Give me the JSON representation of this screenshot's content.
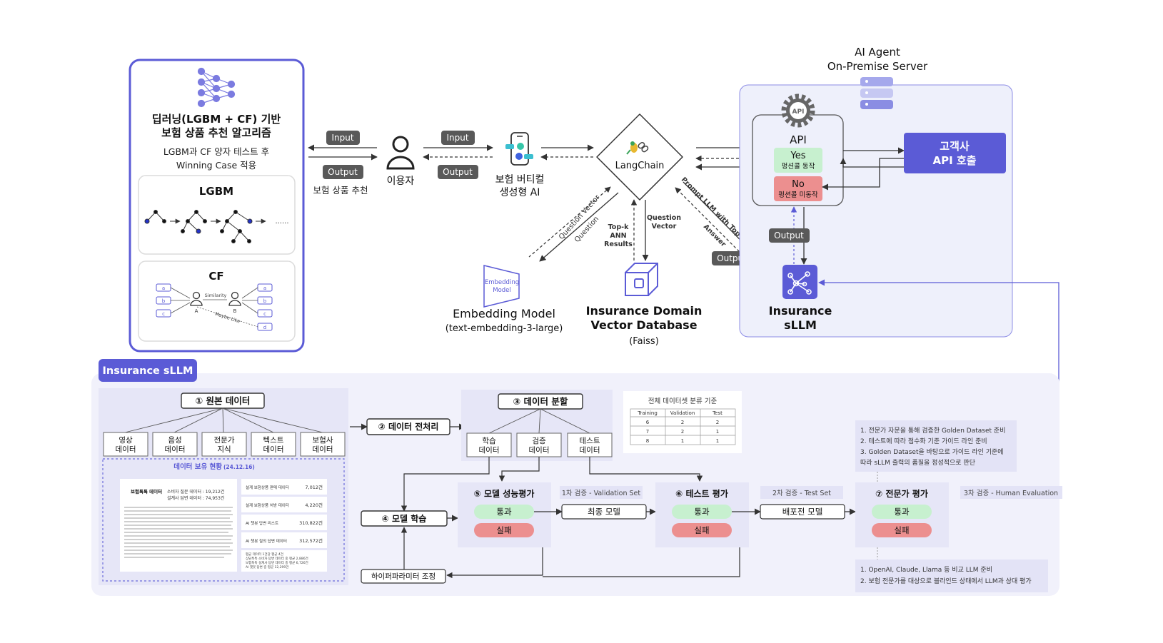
{
  "colors": {
    "accent": "#5b5bd6",
    "panel_bg": "#f1f1fb",
    "agent_bg": "#eef0fb",
    "pass": "#c7f0cf",
    "fail": "#ec8f8f",
    "dark_tag": "#595959",
    "note_bg": "#e3e3f6"
  },
  "algo": {
    "title1": "딥러닝(LGBM + CF) 기반",
    "title2": "보험 상품 추천 알고리즘",
    "sub1": "LGBM과 CF 양자 테스트 후",
    "sub2": "Winning Case 적용",
    "lgbm": "LGBM",
    "dots": "......",
    "cf": "CF",
    "cf_left": [
      "a",
      "b",
      "c"
    ],
    "cf_right": [
      "a",
      "b",
      "c",
      "d"
    ],
    "user_a": "A",
    "user_b": "B",
    "similarity": "Similarity",
    "maybe_like": "Maybe Like"
  },
  "flow": {
    "input": "Input",
    "output": "Output",
    "recommend": "보험 상품 추천",
    "user": "이용자",
    "genai1": "보험 버티컬",
    "genai2": "생성형 AI",
    "langchain": "LangChain",
    "question_vector": "Question Vector",
    "question": "Question",
    "topk1": "Top-k",
    "topk2": "ANN",
    "topk3": "Results",
    "qv1": "Question",
    "qv2": "Vector",
    "prompt": "Prompt LLM with Top-k Vectors",
    "answer": "Answer",
    "embed_icon1": "Embedding",
    "embed_icon2": "Model",
    "embed_name": "Embedding Model",
    "embed_sub": "(text-embedding-3-large)",
    "vdb1": "Insurance Domain",
    "vdb2": "Vector Database",
    "vdb_sub": "(Faiss)"
  },
  "agent": {
    "title1": "AI Agent",
    "title2": "On-Premise Server",
    "api": "API",
    "api_icon": "API",
    "yes": "Yes",
    "yes_sub": "펑션콜 동작",
    "no": "No",
    "no_sub": "펑션콜 미동작",
    "customer1": "고객사",
    "customer2": "API 호출",
    "sllm1": "Insurance",
    "sllm2": "sLLM"
  },
  "pipeline": {
    "tab": "Insurance sLLM",
    "raw": "① 원본 데이터",
    "sources": [
      [
        "영상",
        "데이터"
      ],
      [
        "음성",
        "데이터"
      ],
      [
        "전문가",
        "지식"
      ],
      [
        "텍스트",
        "데이터"
      ],
      [
        "보험사",
        "데이터"
      ]
    ],
    "holding": "데이터 보유 현황",
    "holding_date": "(24.12.16)",
    "doc_title": "보험톡톡 데이터",
    "doc_l1": "소비자 질문 데이터 : 19,212건",
    "doc_l2": "설계사 답변 데이터 : 74,953건",
    "stats": [
      {
        "label": "설계 보험상품 판매 데이터",
        "value": "7,012건"
      },
      {
        "label": "설계 보험상품 처방 데이터",
        "value": "4,220건"
      },
      {
        "label": "AI 챗봇 답변 리스트",
        "value": "310,822건"
      },
      {
        "label": "AI 챗봇 질의 답변 데이터",
        "value": "312,572건"
      }
    ],
    "notes": [
      "평균 데이터 1건당 평균 4건",
      "상담톡톡 소비자 답변 데이터 중 평균 2,886건",
      "보험톡톡 설계사 답변 데이터 중 평균 6,726건",
      "AI 챗봇 답변 중 평균 12,299건"
    ],
    "preprocess": "② 데이터 전처리",
    "split": "③ 데이터 분할",
    "splits": [
      [
        "학습",
        "데이터"
      ],
      [
        "검증",
        "데이터"
      ],
      [
        "테스트",
        "데이터"
      ]
    ],
    "criteria_title": "전체 데이터셋 분류 기준",
    "criteria_head": [
      "Training",
      "Validation",
      "Test"
    ],
    "criteria_rows": [
      [
        "6",
        "2",
        "2"
      ],
      [
        "7",
        "2",
        "1"
      ],
      [
        "8",
        "1",
        "1"
      ]
    ],
    "train": "④ 모델 학습",
    "hyper": "하이퍼파라미터 조정",
    "eval": "⑤ 모델 성능평가",
    "eval_tag": "1차 검증 - Validation Set",
    "pass": "통과",
    "fail": "실패",
    "final": "최종 모델",
    "test": "⑥ 테스트 평가",
    "test_tag": "2차 검증 - Test Set",
    "deploy": "배포전 모델",
    "expert": "⑦ 전문가 평가",
    "expert_tag": "3차 검증 - Human Evaluation",
    "expert_notes_top": [
      "1. 전문가 자문을 통해 검증한 Golden Dataset 준비",
      "2. 테스트에 따라 점수화 기준 가이드 라인 준비",
      "3. Golden Dataset을 바탕으로 가이드 라인 기준에",
      "    따라 sLLM 출력의 품질을 정성적으로 판단"
    ],
    "expert_notes_bottom": [
      "1. OpenAI, Claude, Llama 등 비교 LLM 준비",
      "2. 보험 전문가를 대상으로 블라인드 상태에서 LLM과 상대 평가"
    ]
  }
}
